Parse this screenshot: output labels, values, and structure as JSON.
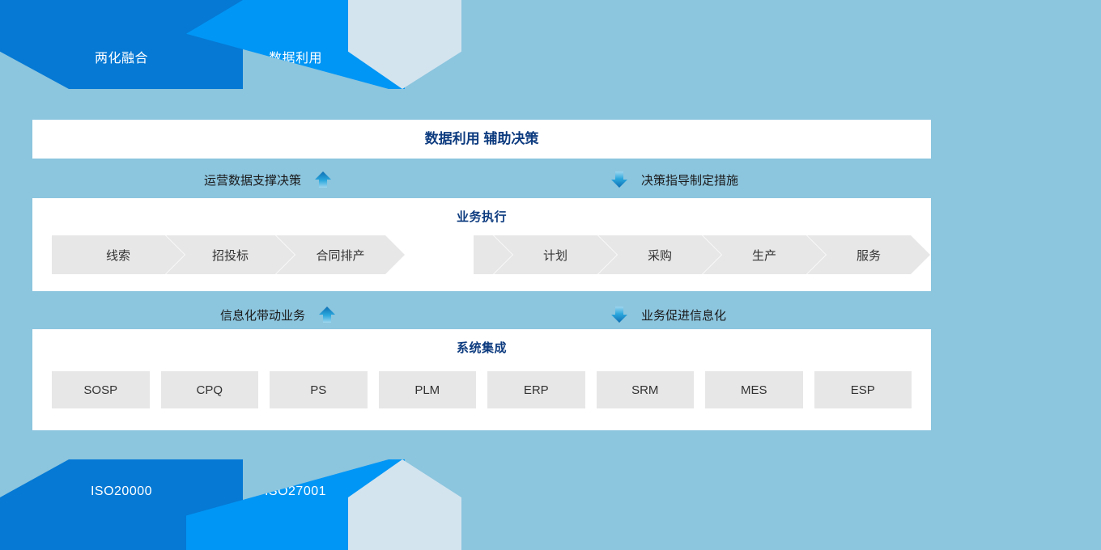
{
  "theme": {
    "background": "#8cc5de",
    "panel_bg": "#ffffff",
    "title_color": "#0d3b7f",
    "chip_bg": "#e7e7e7",
    "chip_text": "#333333",
    "band_dark_blue": "#0579d4",
    "band_bright_blue": "#0096f5",
    "band_pale_blue": "#d3e4ef",
    "arrow_color": "#1b8fd4"
  },
  "top_banner": {
    "bands": [
      {
        "label": "两化融合",
        "color": "#0579d4"
      },
      {
        "label": "数据利用",
        "color": "#0096f5"
      },
      {
        "label": "",
        "color": "#d3e4ef"
      }
    ]
  },
  "bottom_banner": {
    "bands": [
      {
        "label": "ISO20000",
        "color": "#0579d4"
      },
      {
        "label": "ISO27001",
        "color": "#0096f5"
      },
      {
        "label": "",
        "color": "#d3e4ef"
      }
    ]
  },
  "decision_panel": {
    "title": "数据利用 辅助决策"
  },
  "connector_upper": {
    "left_text": "运营数据支撑决策",
    "left_icon": "arrow-up-icon",
    "right_text": "决策指导制定措施",
    "right_icon": "arrow-down-icon"
  },
  "connector_lower": {
    "left_text": "信息化带动业务",
    "left_icon": "arrow-up-icon",
    "right_text": "业务促进信息化",
    "right_icon": "arrow-down-icon"
  },
  "business_panel": {
    "title": "业务执行",
    "flow_left": [
      "线索",
      "招投标",
      "合同排产"
    ],
    "flow_right": [
      "计划",
      "采购",
      "生产",
      "服务"
    ]
  },
  "systems_panel": {
    "title": "系统集成",
    "systems": [
      "SOSP",
      "CPQ",
      "PS",
      "PLM",
      "ERP",
      "SRM",
      "MES",
      "ESP"
    ]
  }
}
